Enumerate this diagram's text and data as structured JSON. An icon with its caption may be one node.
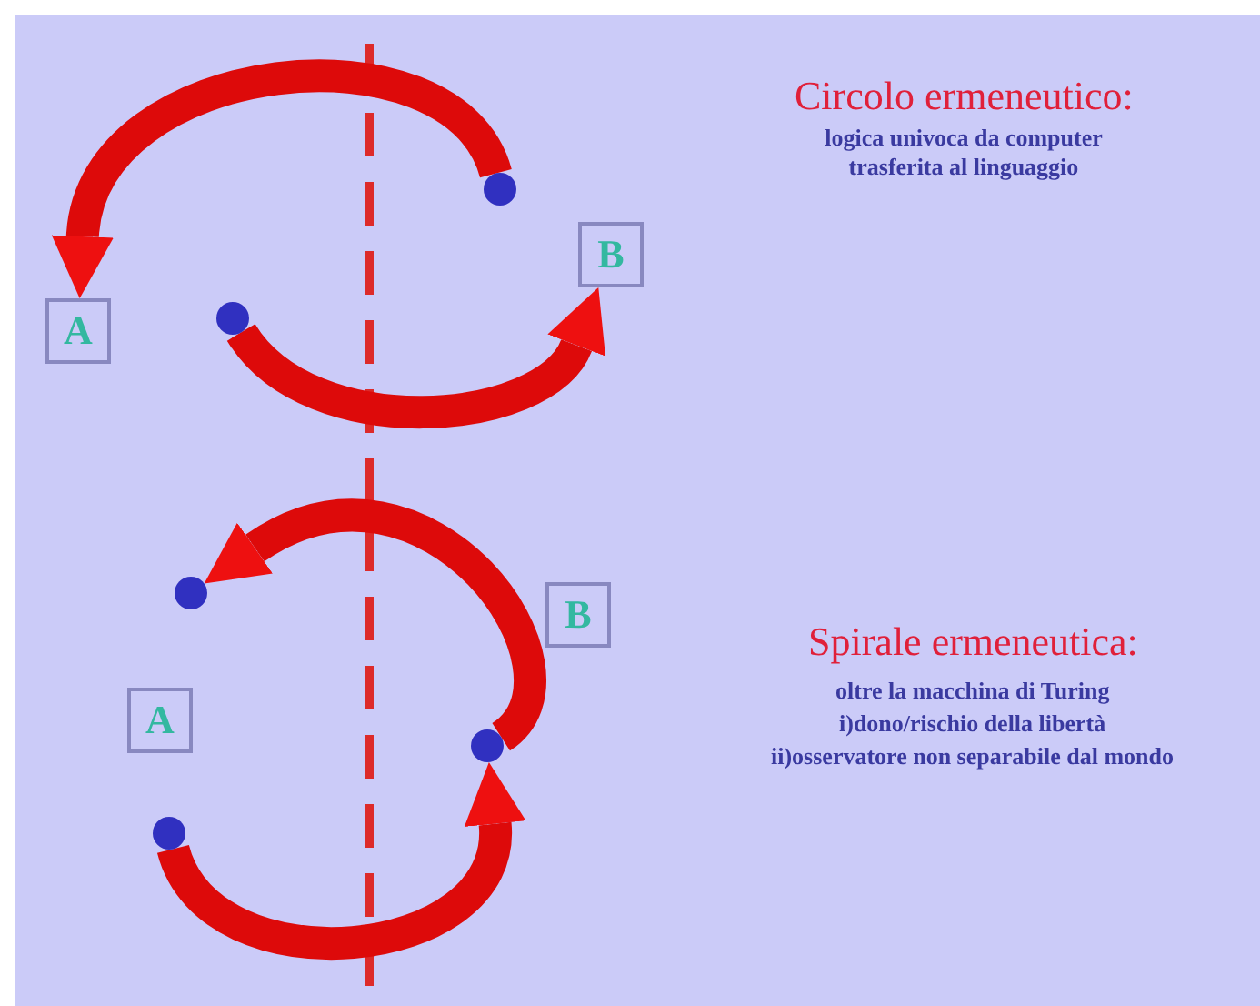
{
  "diagram": {
    "nodes": [
      {
        "text": [
          "A"
        ]
      },
      {
        "text": [
          "B"
        ]
      },
      {
        "text": [],
        "shape": "circle"
      },
      {
        "text": [],
        "shape": "circle"
      },
      {
        "text": [
          "B"
        ]
      },
      {
        "text": [
          "A"
        ]
      },
      {
        "text": [],
        "shape": "circle"
      },
      {
        "text": [],
        "shape": "circle"
      },
      {
        "text": [],
        "shape": "circle"
      }
    ],
    "edges": [
      {
        "from": 2,
        "to": 0,
        "arrow": "to"
      },
      {
        "from": 3,
        "to": 1,
        "arrow": "to"
      },
      {
        "from": 8,
        "to": 7,
        "arrow": "to"
      },
      {
        "from": 7,
        "to": 6,
        "arrow": "to"
      }
    ],
    "labels": [
      "Circolo ermeneutico:",
      "logica univoca da computer trasferita al linguaggio",
      "Spirale ermeneutica:",
      "oltre la macchina di Turing",
      "i)dono/rischio della libertà",
      "ii)osservatore non separabile dal mondo"
    ]
  }
}
